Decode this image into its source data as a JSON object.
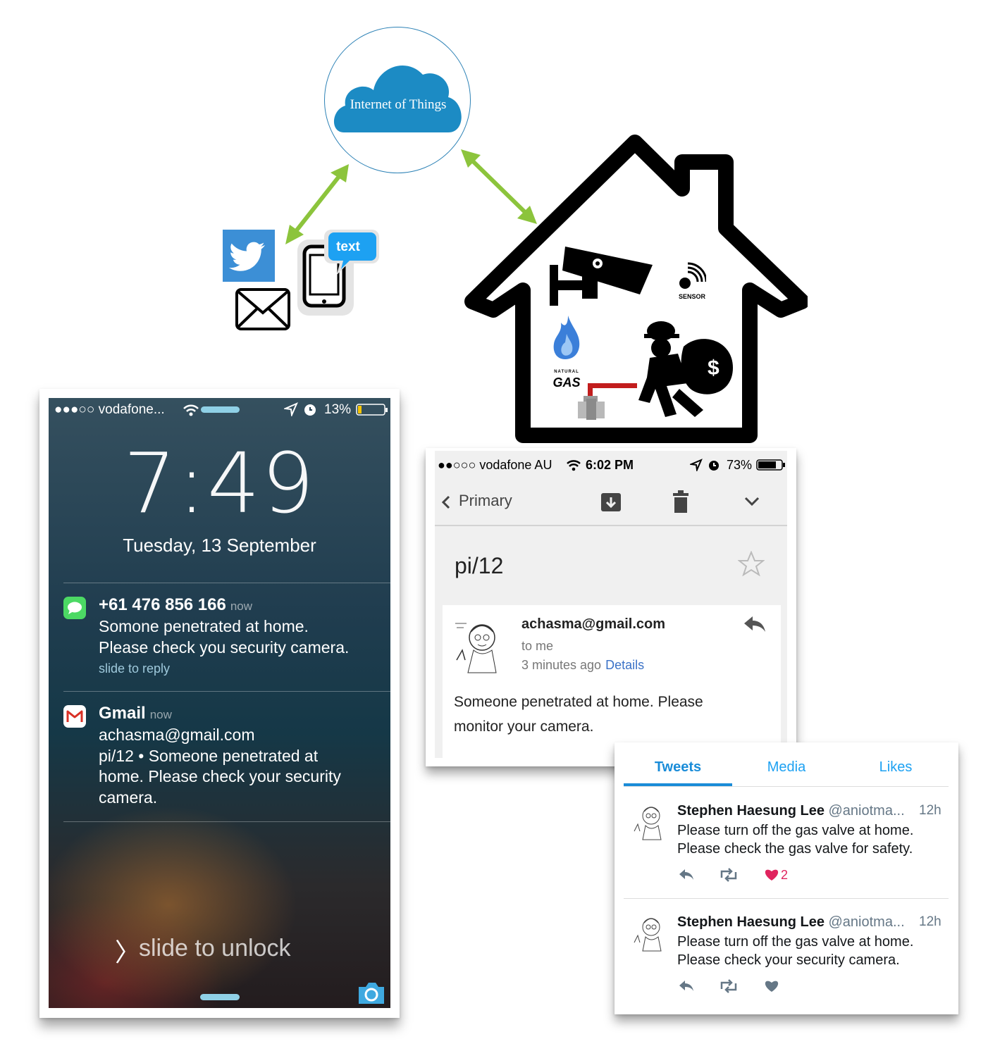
{
  "cloud": {
    "label": "Internet of Things"
  },
  "channels": {
    "text_bubble": "text"
  },
  "house": {
    "sensor_label": "SENSOR",
    "gas_brand_top": "NATURAL",
    "gas_brand": "GAS"
  },
  "lock_screen": {
    "carrier": "●●●○○ vodafone...",
    "battery": "13%",
    "time": "7:49",
    "date": "Tuesday, 13 September",
    "notifications": [
      {
        "app": "messages",
        "title": "+61 476 856 166",
        "time": "now",
        "lines": [
          "Somone penetrated at home.",
          "Please check you security camera."
        ],
        "action": "slide to reply"
      },
      {
        "app": "gmail",
        "title": "Gmail",
        "time": "now",
        "lines": [
          "achasma@gmail.com",
          "pi/12  •  Someone penetrated at",
          "home. Please check your security",
          "camera."
        ]
      }
    ],
    "unlock_text": "slide to unlock"
  },
  "gmail": {
    "carrier": "●●○○○ vodafone AU",
    "time": "6:02 PM",
    "battery": "73%",
    "back_label": "Primary",
    "subject": "pi/12",
    "sender": "achasma@gmail.com",
    "to": "to me",
    "when": "3 minutes ago",
    "details_link": "Details",
    "body": [
      "Someone penetrated at home. Please",
      "monitor your camera."
    ]
  },
  "twitter": {
    "tabs": [
      "Tweets",
      "Media",
      "Likes"
    ],
    "tweets": [
      {
        "name": "Stephen Haesung Lee",
        "handle": "@aniotma...",
        "time": "12h",
        "lines": [
          "Please turn off the gas valve at home.",
          "Please check the gas valve for safety."
        ],
        "likes": "2"
      },
      {
        "name": "Stephen Haesung Lee",
        "handle": "@aniotma...",
        "time": "12h",
        "lines": [
          "Please turn off the gas valve at home.",
          "Please check your security camera."
        ]
      }
    ]
  },
  "colors": {
    "cloud": "#1c8bc4",
    "arrow": "#8cc43c",
    "twitter_blue": "#1da1f2",
    "lock_bg": "#1b3a4a",
    "like_red": "#e0245e"
  }
}
